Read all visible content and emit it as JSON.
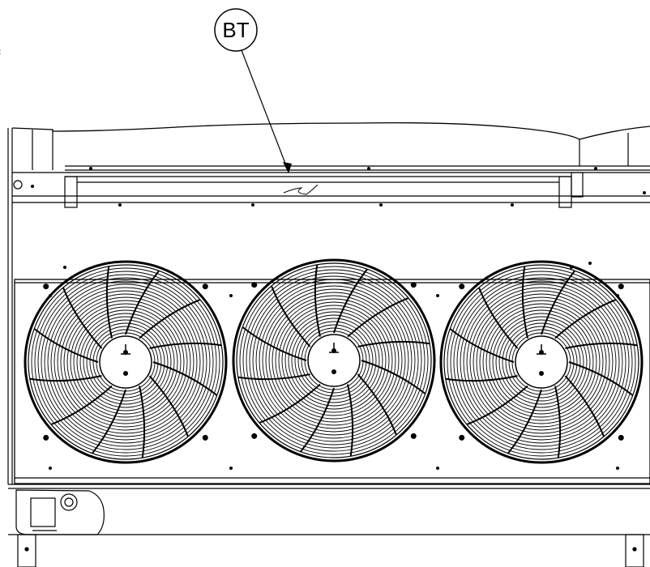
{
  "diagram": {
    "callouts": [
      {
        "label": "BT",
        "target": "top-bracket-wire"
      }
    ],
    "corner_text": "t",
    "fan_count": 3,
    "colors": {
      "line": "#000000",
      "background": "#ffffff"
    }
  }
}
